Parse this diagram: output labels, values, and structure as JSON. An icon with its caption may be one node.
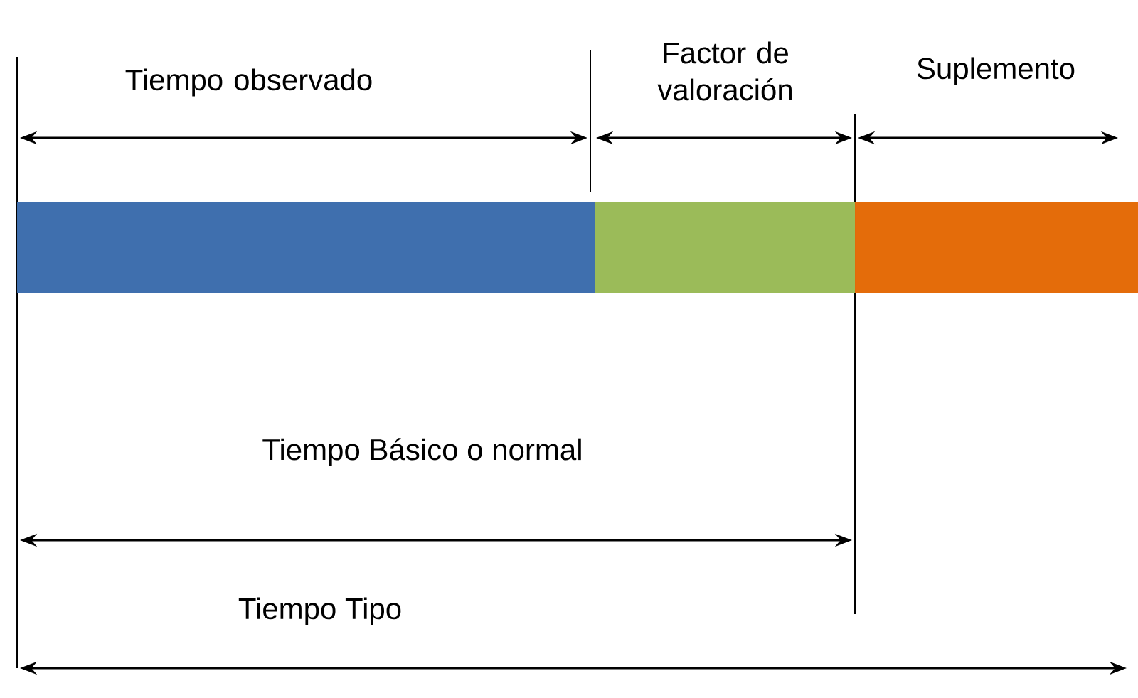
{
  "diagram": {
    "nodes": [
      {
        "text": [],
        "shape": "bar",
        "beside": [
          "Tiempo observado"
        ]
      },
      {
        "text": [],
        "shape": "bar",
        "beside": [
          "Factor de valoración"
        ]
      },
      {
        "text": [],
        "shape": "bar",
        "beside": [
          "Suplemento"
        ]
      }
    ],
    "labels": [
      "Tiempo Básico o normal",
      "Tiempo Tipo"
    ]
  }
}
